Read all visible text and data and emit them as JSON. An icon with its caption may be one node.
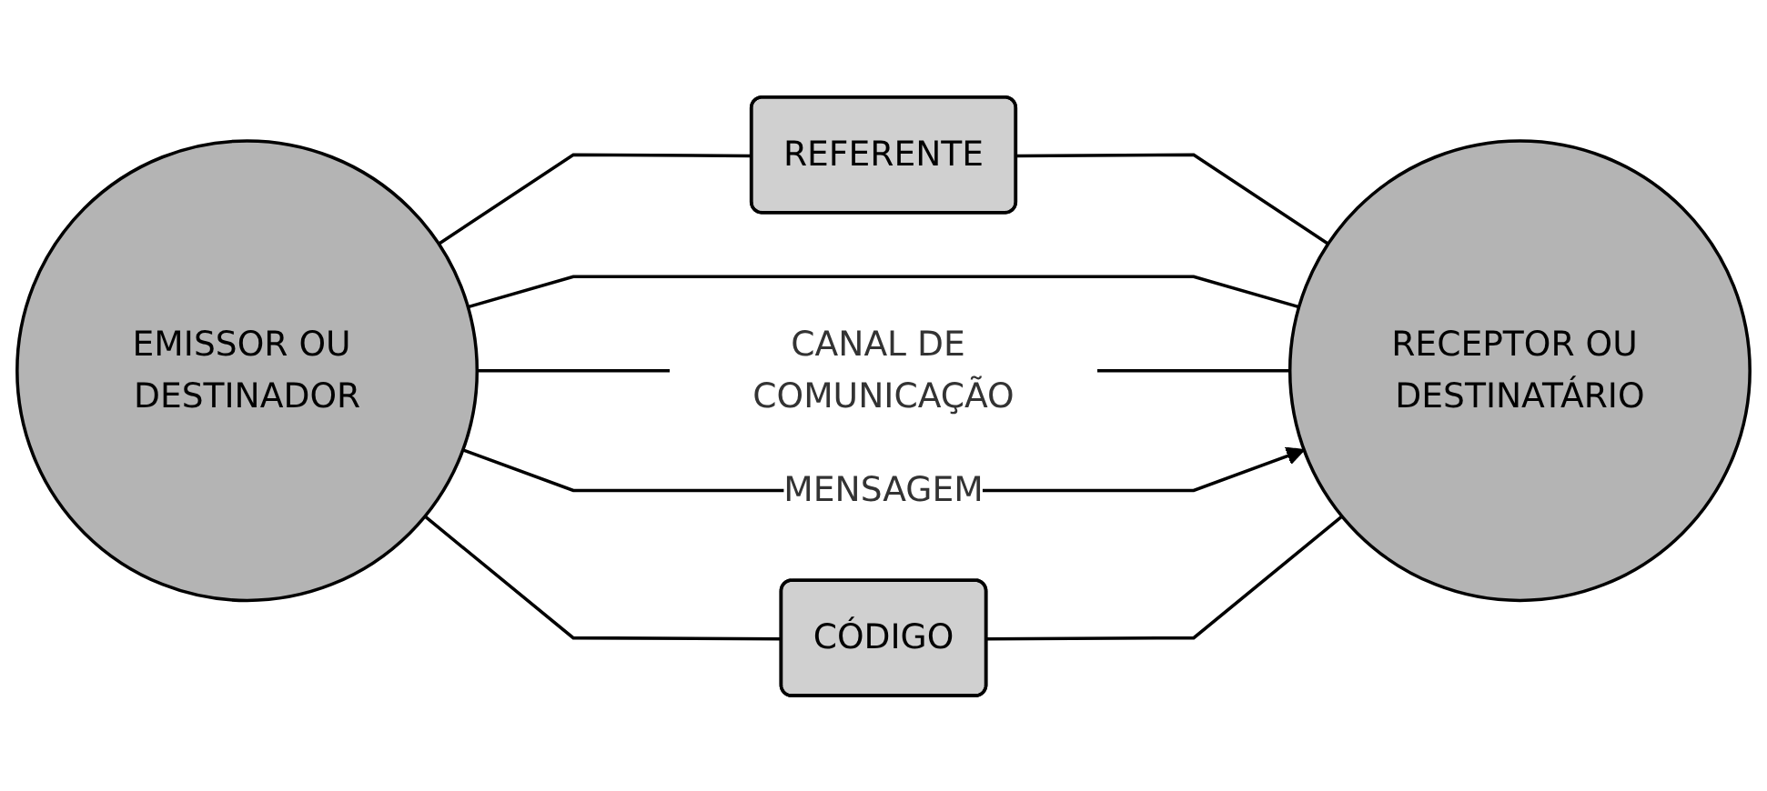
{
  "diagram": {
    "nodes": [
      {
        "text": [
          "REFERENTE"
        ]
      },
      {
        "text": [
          "EMISSOR OU DESTINADOR"
        ]
      },
      {
        "text": [
          "RECEPTOR OU DESTINATÁRIO"
        ]
      },
      {
        "text": [
          "CÓDIGO"
        ]
      }
    ],
    "edges": [
      {
        "from": 1,
        "to": 0,
        "arrow": "none"
      },
      {
        "from": 0,
        "to": 2,
        "arrow": "none"
      },
      {
        "from": 1,
        "to": 2,
        "arrow": "none"
      },
      {
        "from": 1,
        "to": 2,
        "label": "CANAL DE COMUNICAÇÃO",
        "arrow": "none"
      },
      {
        "from": 1,
        "to": 2,
        "label": "MENSAGEM",
        "arrow": "to"
      },
      {
        "from": 1,
        "to": 3,
        "arrow": "none"
      },
      {
        "from": 3,
        "to": 2,
        "arrow": "none"
      }
    ]
  }
}
